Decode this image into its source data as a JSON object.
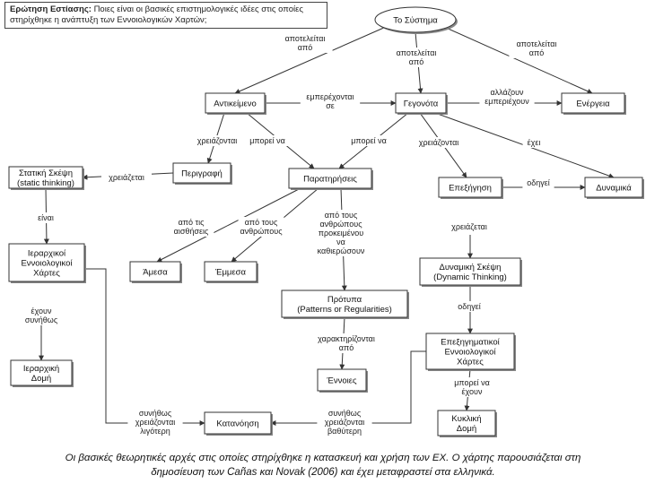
{
  "focus_question": {
    "label": "Ερώτηση Εστίασης:",
    "text": "Ποιες είναι οι βασικές επιστημολογικές ιδέες στις οποίες στηρίχθηκε η ανάπτυξη των Εννοιολογικών Χαρτών;"
  },
  "nodes": {
    "root": "Το Σύστημα",
    "object": "Αντικείμενο",
    "event": "Γεγονότα",
    "energy": "Ενέργεια",
    "static_thinking": [
      "Στατική Σκέψη",
      "(static thinking)"
    ],
    "description": "Περιγραφή",
    "observations": "Παρατηρήσεις",
    "explanation": "Επεξήγηση",
    "dynamic": "Δυναμικά",
    "hier_concept_maps": [
      "Ιεραρχικοί",
      "Εννοιολογικοί",
      "Χάρτες"
    ],
    "direct": "Άμεσα",
    "indirect": "Έμμεσα",
    "patterns": [
      "Πρότυπα",
      "(Patterns or Regularities)"
    ],
    "dynamic_thinking": [
      "Δυναμική Σκέψη",
      "(Dynamic Thinking)"
    ],
    "hierarchical_structure": [
      "Ιεραρχική",
      "Δομή"
    ],
    "concepts": "Έννοιες",
    "expl_concept_maps": [
      "Επεξηγηματικοί",
      "Εννοιολογικοί",
      "Χάρτες"
    ],
    "cyclical_structure": [
      "Κυκλική",
      "Δομή"
    ],
    "understanding": "Κατανόηση"
  },
  "links": {
    "consists_of_left": [
      "αποτελείται",
      "από"
    ],
    "consists_of_mid": [
      "αποτελείται",
      "από"
    ],
    "consists_of_right": [
      "αποτελείται",
      "από"
    ],
    "participates_in": [
      "εμπερέχονται",
      "σε"
    ],
    "change_energy": [
      "αλλάζουν",
      "εμπεριέχουν"
    ],
    "need_desc": "χρειάζονται",
    "can_obj": "μπορεί να",
    "can_event": "μπορεί να",
    "need_expl": "χρειάζονται",
    "have": "έχει",
    "needs_static": "χρειάζεται",
    "leads_to": "οδηγεί",
    "is": "είναι",
    "through_senses": [
      "από τις",
      "αισθήσεις"
    ],
    "through_people": [
      "από τους",
      "ανθρώπους"
    ],
    "by_people_observe": [
      "από τους",
      "ανθρώπους",
      "προκειμένου",
      "να",
      "καθιερώσουν"
    ],
    "requires": "χρειάζεται",
    "usually_have": [
      "έχουν",
      "συνήθως"
    ],
    "leads_dynamic": "οδηγεί",
    "characterized_by": [
      "χαρακτηρίζονται",
      "από"
    ],
    "can_have": [
      "μπορεί να",
      "έχουν"
    ],
    "usually_less_need": [
      "συνήθως",
      "χρειάζονται",
      "λιγότερη"
    ],
    "usually_more_need": [
      "συνήθως",
      "χρειάζονται",
      "βαθύτερη"
    ]
  },
  "caption": {
    "line1": "Οι βασικές θεωρητικές αρχές στις οποίες στηρίχθηκε η κατασκευή και χρήση των ΕΧ. Ο χάρτης παρουσιάζεται στη",
    "line2": "δημοσίευση των Cañas και Novak (2006) και έχει μεταφραστεί στα ελληνικά."
  },
  "colors": {
    "line": "#333333",
    "box_border": "#333333",
    "shadow": "#888888"
  }
}
